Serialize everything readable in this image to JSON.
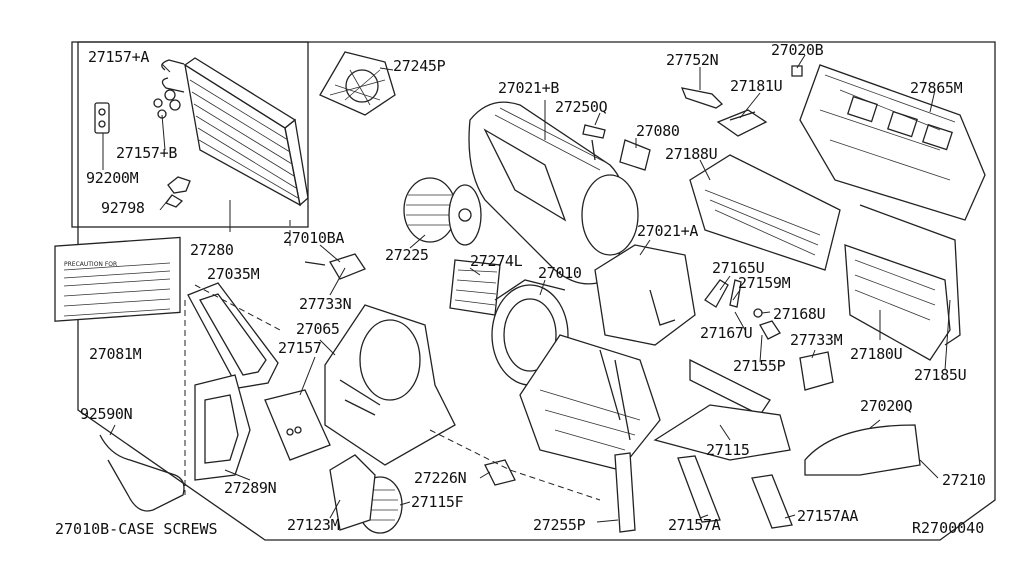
{
  "diagram": {
    "reference_code": "R2700040",
    "footer_note": "27010B-CASE SCREWS",
    "caution_label_title": "PRECAUTION FOR",
    "labels": {
      "p27157A": "27157+A",
      "p27157B": "27157+B",
      "p92200M": "92200M",
      "p92798": "92798",
      "p27280": "27280",
      "p27245P": "27245P",
      "p27021B": "27021+B",
      "p27250Q": "27250Q",
      "p27080": "27080",
      "p27752N": "27752N",
      "p27181U": "27181U",
      "p27020B": "27020B",
      "p27865M": "27865M",
      "p27188U": "27188U",
      "p27010BA": "27010BA",
      "p27225": "27225",
      "p27274L": "27274L",
      "p27010": "27010",
      "p27021A": "27021+A",
      "p27035M": "27035M",
      "p27081M": "27081M",
      "p27733N": "27733N",
      "p27065": "27065",
      "p27157": "27157",
      "p27165U": "27165U",
      "p27159M": "27159M",
      "p27168U": "27168U",
      "p27167U": "27167U",
      "p27733M": "27733M",
      "p27155P": "27155P",
      "p27180U": "27180U",
      "p27185U": "27185U",
      "p92590N": "92590N",
      "p27289N": "27289N",
      "p27226N": "27226N",
      "p27115": "27115",
      "p27020Q": "27020Q",
      "p27210": "27210",
      "p27115F": "27115F",
      "p27123M": "27123M",
      "p27255P": "27255P",
      "p27157AS": "27157A",
      "p27157AA": "27157AA"
    }
  }
}
